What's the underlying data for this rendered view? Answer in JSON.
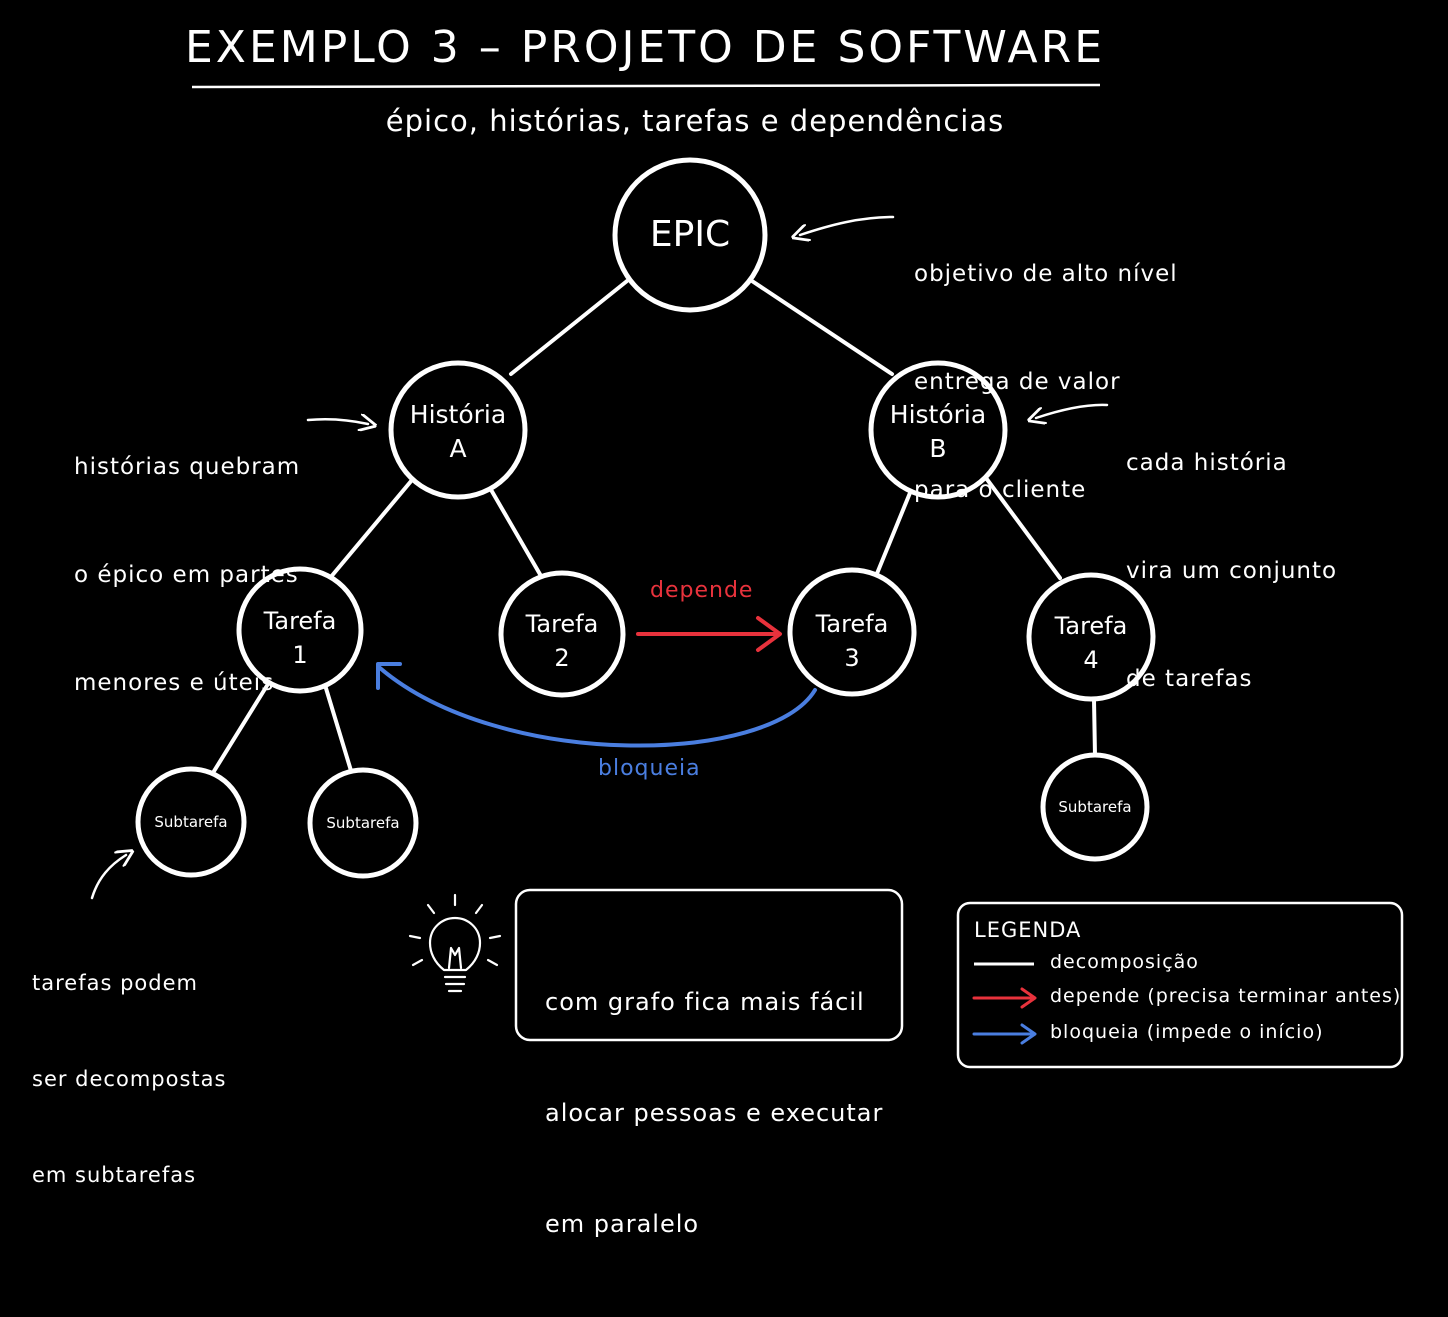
{
  "title": "EXEMPLO 3 – PROJETO DE SOFTWARE",
  "subtitle": "épico, histórias, tarefas e dependências",
  "nodes": {
    "epic": "EPIC",
    "historia_a": {
      "line1": "História",
      "line2": "A"
    },
    "historia_b": {
      "line1": "História",
      "line2": "B"
    },
    "tarefa_1": {
      "line1": "Tarefa",
      "line2": "1"
    },
    "tarefa_2": {
      "line1": "Tarefa",
      "line2": "2"
    },
    "tarefa_3": {
      "line1": "Tarefa",
      "line2": "3"
    },
    "tarefa_4": {
      "line1": "Tarefa",
      "line2": "4"
    },
    "subtarefa_1a": "Subtarefa",
    "subtarefa_1b": "Subtarefa",
    "subtarefa_4": "Subtarefa"
  },
  "edges": {
    "depende_label": "depende",
    "bloqueia_label": "bloqueia"
  },
  "annotations": {
    "epic": [
      "objetivo de alto nível",
      "entrega de valor",
      "para o cliente"
    ],
    "historias": [
      "histórias quebram",
      "o épico em partes",
      "menores e úteis"
    ],
    "historia_b": [
      "cada história",
      "vira um conjunto",
      "de tarefas"
    ],
    "subtarefas": [
      "tarefas podem",
      "ser decompostas",
      "em subtarefas"
    ]
  },
  "tip": {
    "icon": "lightbulb-icon",
    "lines": [
      "com grafo fica mais fácil",
      "alocar pessoas e executar",
      "em paralelo"
    ]
  },
  "legend": {
    "title": "LEGENDA",
    "items": [
      {
        "label": "decomposição",
        "color": "#ffffff"
      },
      {
        "label": "depende (precisa terminar antes)",
        "color": "#e8323c"
      },
      {
        "label": "bloqueia (impede o início)",
        "color": "#4a7ee0"
      }
    ]
  },
  "colors": {
    "background": "#000000",
    "stroke": "#ffffff",
    "depende": "#e8323c",
    "bloqueia": "#4a7ee0"
  }
}
